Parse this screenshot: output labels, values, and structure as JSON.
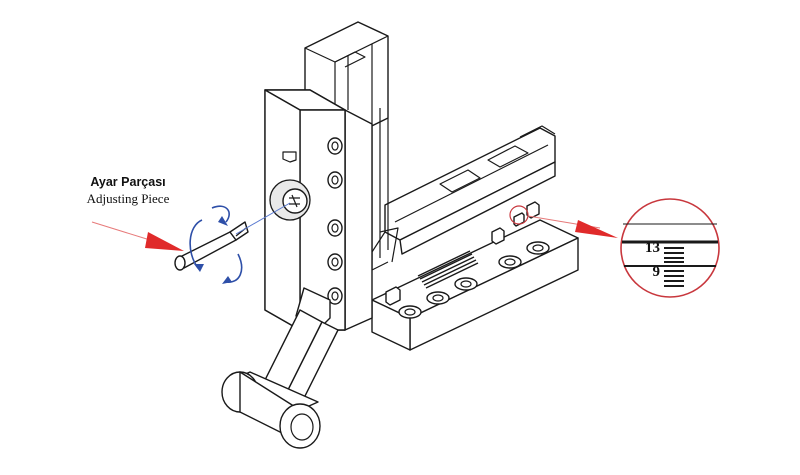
{
  "callout": {
    "label_tr": "Ayar Parçası",
    "label_en": "Adjusting Piece"
  },
  "scale_detail": {
    "upper_value": "13",
    "lower_value": "9"
  },
  "colors": {
    "line": "#1a1a1a",
    "arrow_red": "#e02a2a",
    "rotation_blue": "#2e4fa8",
    "detail_circle": "#c8373d",
    "guide_line": "#e77a7a",
    "leader_blue": "#5a7ad1"
  }
}
